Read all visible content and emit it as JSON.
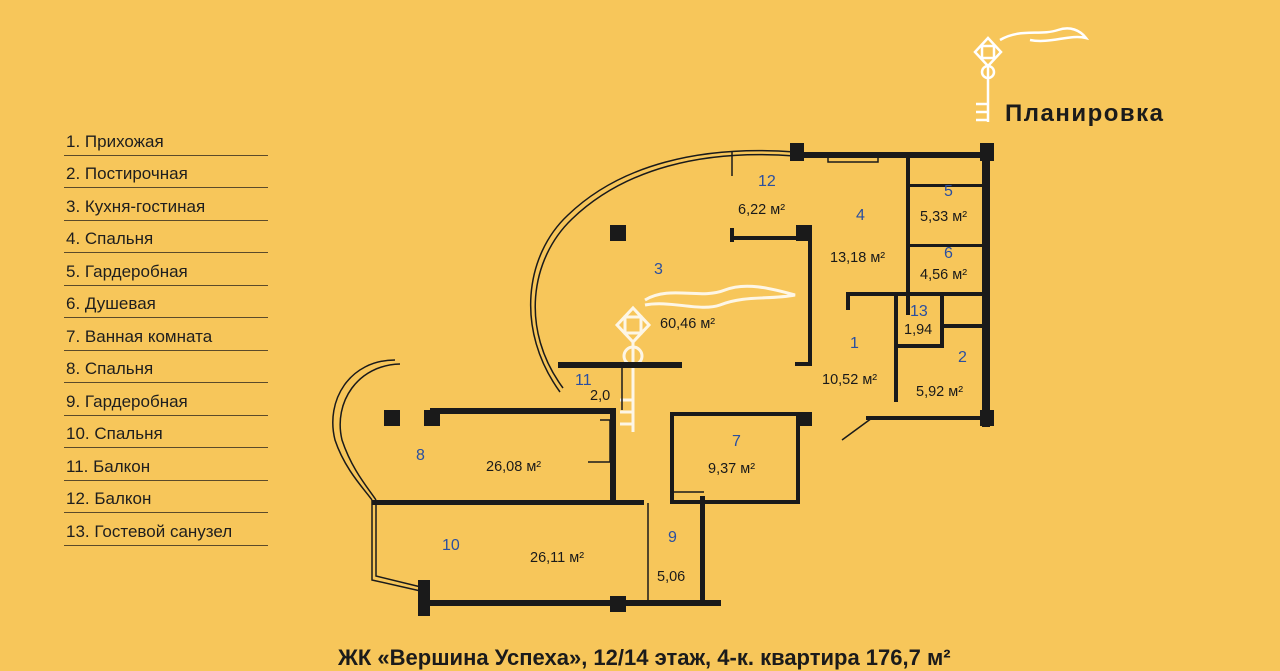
{
  "brand": {
    "title": "Планировка"
  },
  "legend": [
    "1. Прихожая",
    "2. Постирочная",
    "3. Кухня-гостиная",
    "4. Спальня",
    "5. Гардеробная",
    "6. Душевая",
    "7. Ванная комната",
    "8. Спальня",
    "9. Гардеробная",
    "10. Спальня",
    "11. Балкон",
    "12. Балкон",
    "13. Гостевой санузел"
  ],
  "rooms": {
    "r1": {
      "num": "1",
      "area": "10,52 м²"
    },
    "r2": {
      "num": "2",
      "area": "5,92 м²"
    },
    "r3": {
      "num": "3",
      "area": "60,46 м²"
    },
    "r4": {
      "num": "4",
      "area": "13,18 м²"
    },
    "r5": {
      "num": "5",
      "area": "5,33 м²"
    },
    "r6": {
      "num": "6",
      "area": "4,56 м²"
    },
    "r7": {
      "num": "7",
      "area": "9,37 м²"
    },
    "r8": {
      "num": "8",
      "area": "26,08 м²"
    },
    "r9": {
      "num": "9",
      "area": "5,06"
    },
    "r10": {
      "num": "10",
      "area": "26,11 м²"
    },
    "r11": {
      "num": "11",
      "area": "2,0"
    },
    "r12": {
      "num": "12",
      "area": "6,22 м²"
    },
    "r13": {
      "num": "13",
      "area": "1,94"
    }
  },
  "footer": {
    "caption": "ЖК «Вершина Успеха», 12/14 этаж, 4-к. квартира 176,7 м²"
  },
  "colors": {
    "background": "#F7C65A",
    "walls": "#1a1a1a",
    "room_numbers": "#2a4fa0"
  },
  "icons": {
    "logo": "key-logo-icon",
    "watermark": "key-watermark-icon"
  }
}
